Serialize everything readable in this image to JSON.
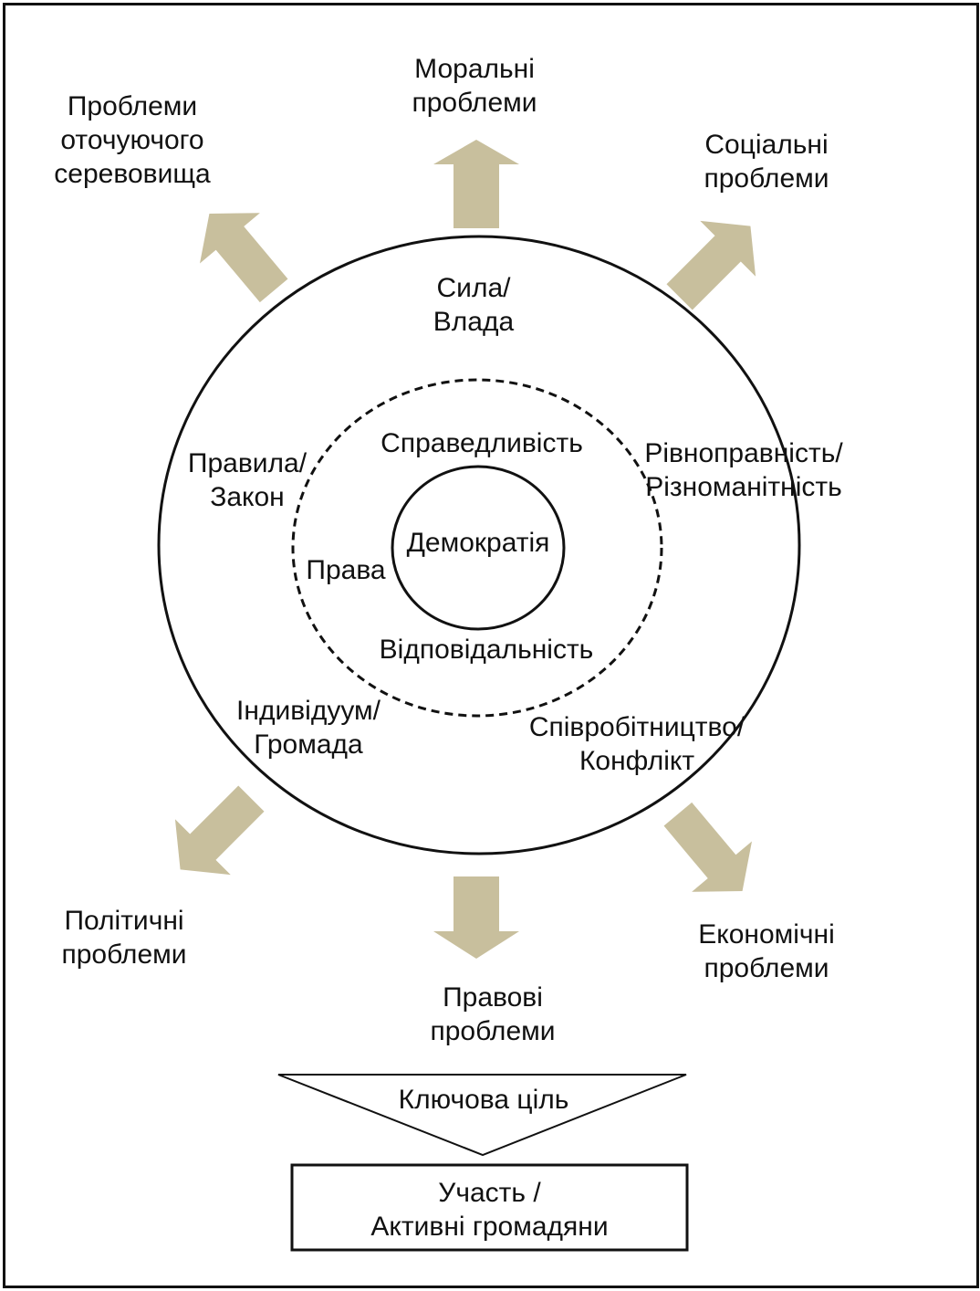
{
  "colors": {
    "arrow": "#c8bf9d",
    "line": "#111111",
    "background": "#ffffff"
  },
  "outer_issues": {
    "moral": [
      "Моральні",
      "проблеми"
    ],
    "environment": [
      "Проблеми",
      "оточуючого",
      "серевовища"
    ],
    "social": [
      "Соціальні",
      "проблеми"
    ],
    "political": [
      "Політичні",
      "проблеми"
    ],
    "legal": [
      "Правові",
      "проблеми"
    ],
    "economic": [
      "Економічні",
      "проблеми"
    ]
  },
  "outer_ring": {
    "power": [
      "Сила/",
      "Влада"
    ],
    "rules": [
      "Правила/",
      "Закон"
    ],
    "equality": [
      "Рівноправність/",
      "Різноманітність"
    ],
    "individual": [
      "Індивідуум/",
      "Громада"
    ],
    "cooperation": [
      "Співробітництво/",
      "Конфлікт"
    ]
  },
  "middle_ring": {
    "justice": "Справедливість",
    "rights": "Права",
    "responsibility": "Відповідальність"
  },
  "core": {
    "democracy": "Демократія"
  },
  "funnel": {
    "label": "Ключова ціль"
  },
  "goal_box": {
    "lines": [
      "Участь /",
      "Активні громадяни"
    ]
  }
}
